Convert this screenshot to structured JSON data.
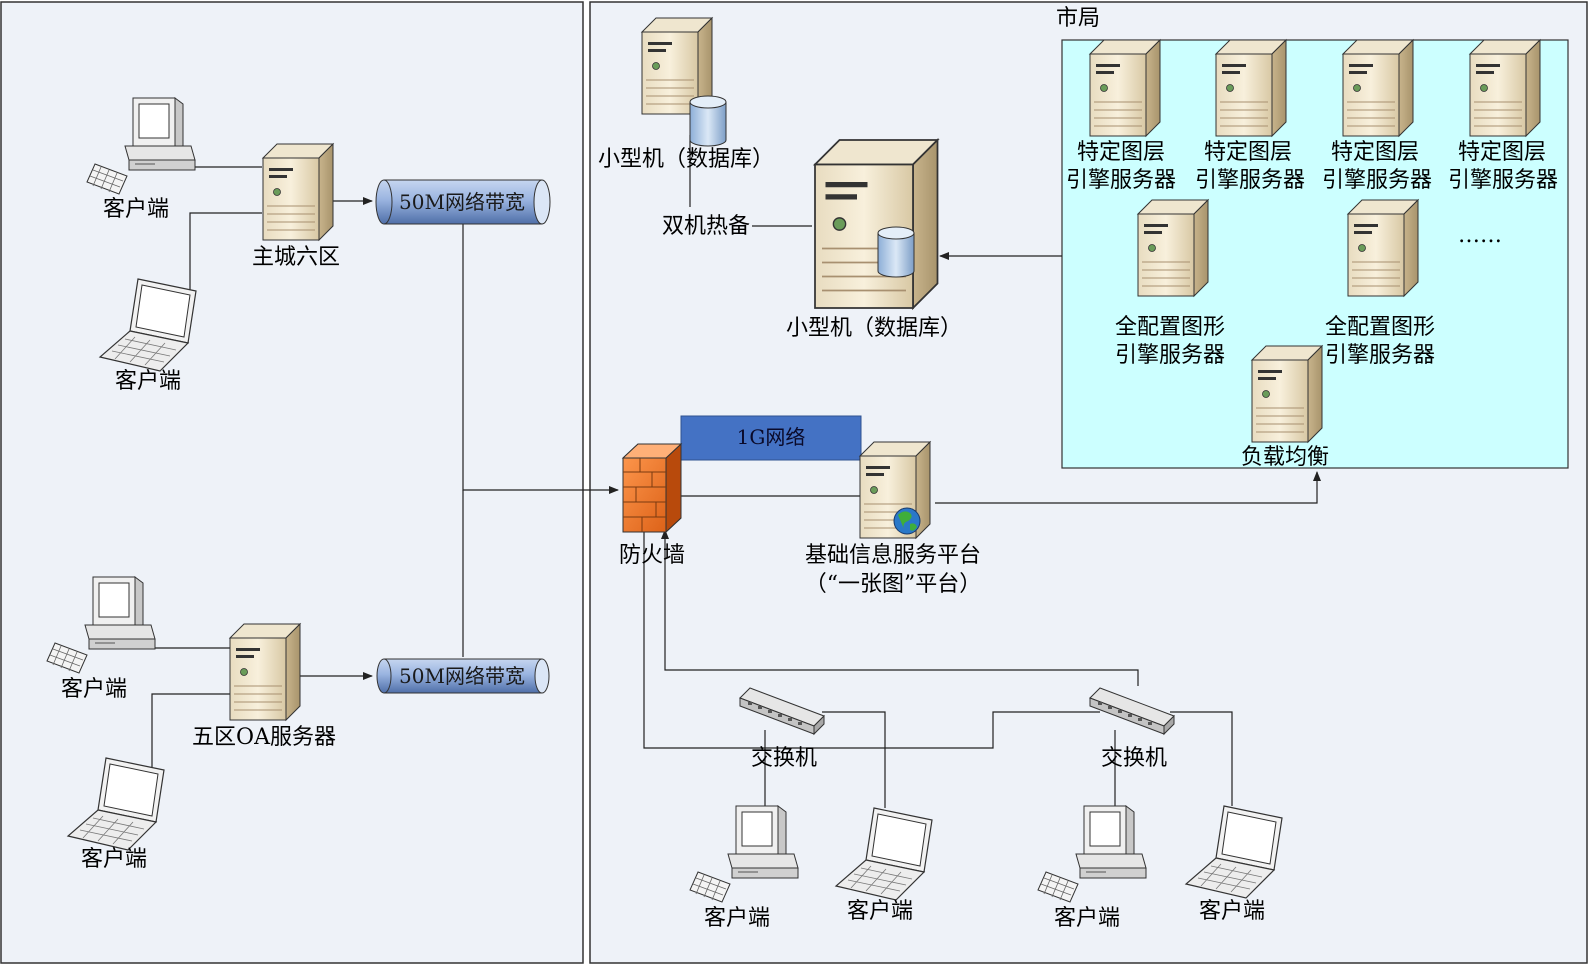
{
  "regions": {
    "left_panel": {},
    "right_panel": {
      "title": "市局"
    },
    "server_cluster": {}
  },
  "labels": {
    "client": "客户端",
    "main_city_server": "主城六区",
    "five_district_server": "五区OA服务器",
    "bandwidth_top": "50M网络带宽",
    "bandwidth_bottom": "50M网络带宽",
    "db_small_1": "小型机（数据库）",
    "db_small_2": "小型机（数据库）",
    "hot_standby": "双机热备",
    "layer_engine_line1": "特定图层",
    "layer_engine_line2": "引擎服务器",
    "graphic_engine_line1": "全配置图形",
    "graphic_engine_line2": "引擎服务器",
    "ellipsis": "……",
    "load_balance": "负载均衡",
    "network_1g": "1G网络",
    "firewall": "防火墙",
    "platform_line1": "基础信息服务平台",
    "platform_line2": "（“一张图”平台）",
    "switch": "交换机"
  },
  "colors": {
    "panel_bg": "#eef2f8",
    "cluster_bg": "#ccffff",
    "network_box": "#4472c4",
    "pipe": "#8eaad9",
    "firewall": "#f07828"
  }
}
